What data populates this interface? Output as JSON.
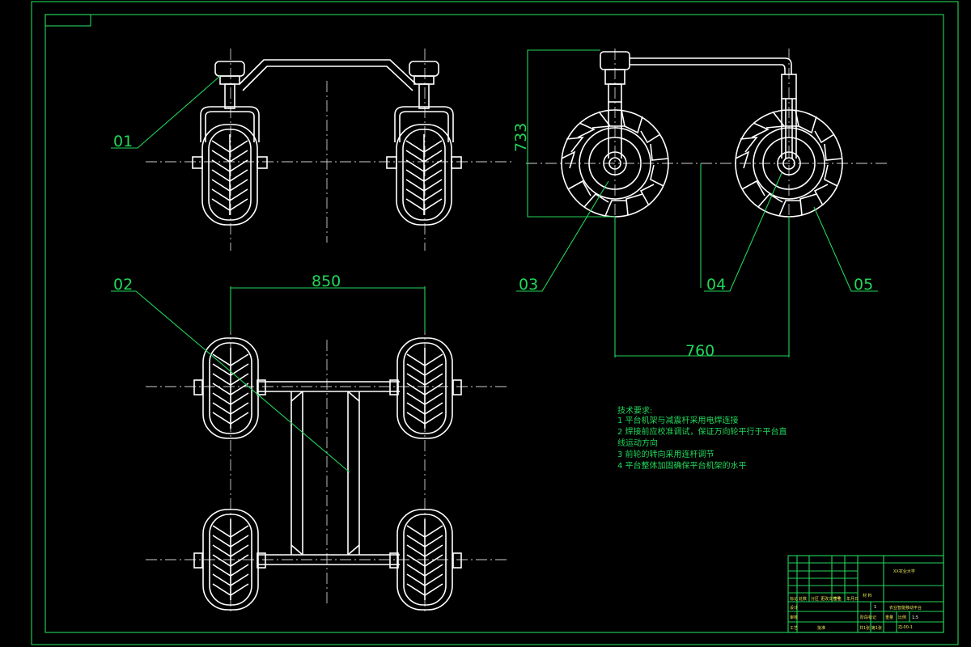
{
  "drawing": {
    "parts": [
      "01",
      "02",
      "03",
      "04",
      "05"
    ],
    "dimensions": {
      "wheel_track": "850",
      "wheel_base": "760",
      "height": "733"
    },
    "notes": {
      "title": "技术要求:",
      "lines": [
        "1 平台机架与减震杆采用电焊连接",
        "2 焊接前应校准调试，保证万向轮平行于平台直",
        "线运动方向",
        "3 前轮的转向采用连杆调节",
        "4 平台整体加固确保平台机架的水平"
      ]
    },
    "title_block": {
      "school": "XX农业大学",
      "drawing_name": "农业智能移动平台",
      "drawing_no": "ZJ-00-1",
      "scale": "1:5",
      "sheet": "共1张 第1张",
      "quantity": "1",
      "header_row": [
        "标记",
        "处数",
        "分区",
        "更改文件号",
        "签名",
        "年月日"
      ],
      "roles": [
        "设计",
        "审核",
        "工艺",
        "批准"
      ],
      "material_label": "材 料",
      "stage_label": "阶段标记",
      "weight_label": "重量",
      "scale_label": "比例"
    },
    "colors": {
      "outline": "#ffffff",
      "frame": "#22d65a",
      "center": "#e8e85a"
    }
  }
}
